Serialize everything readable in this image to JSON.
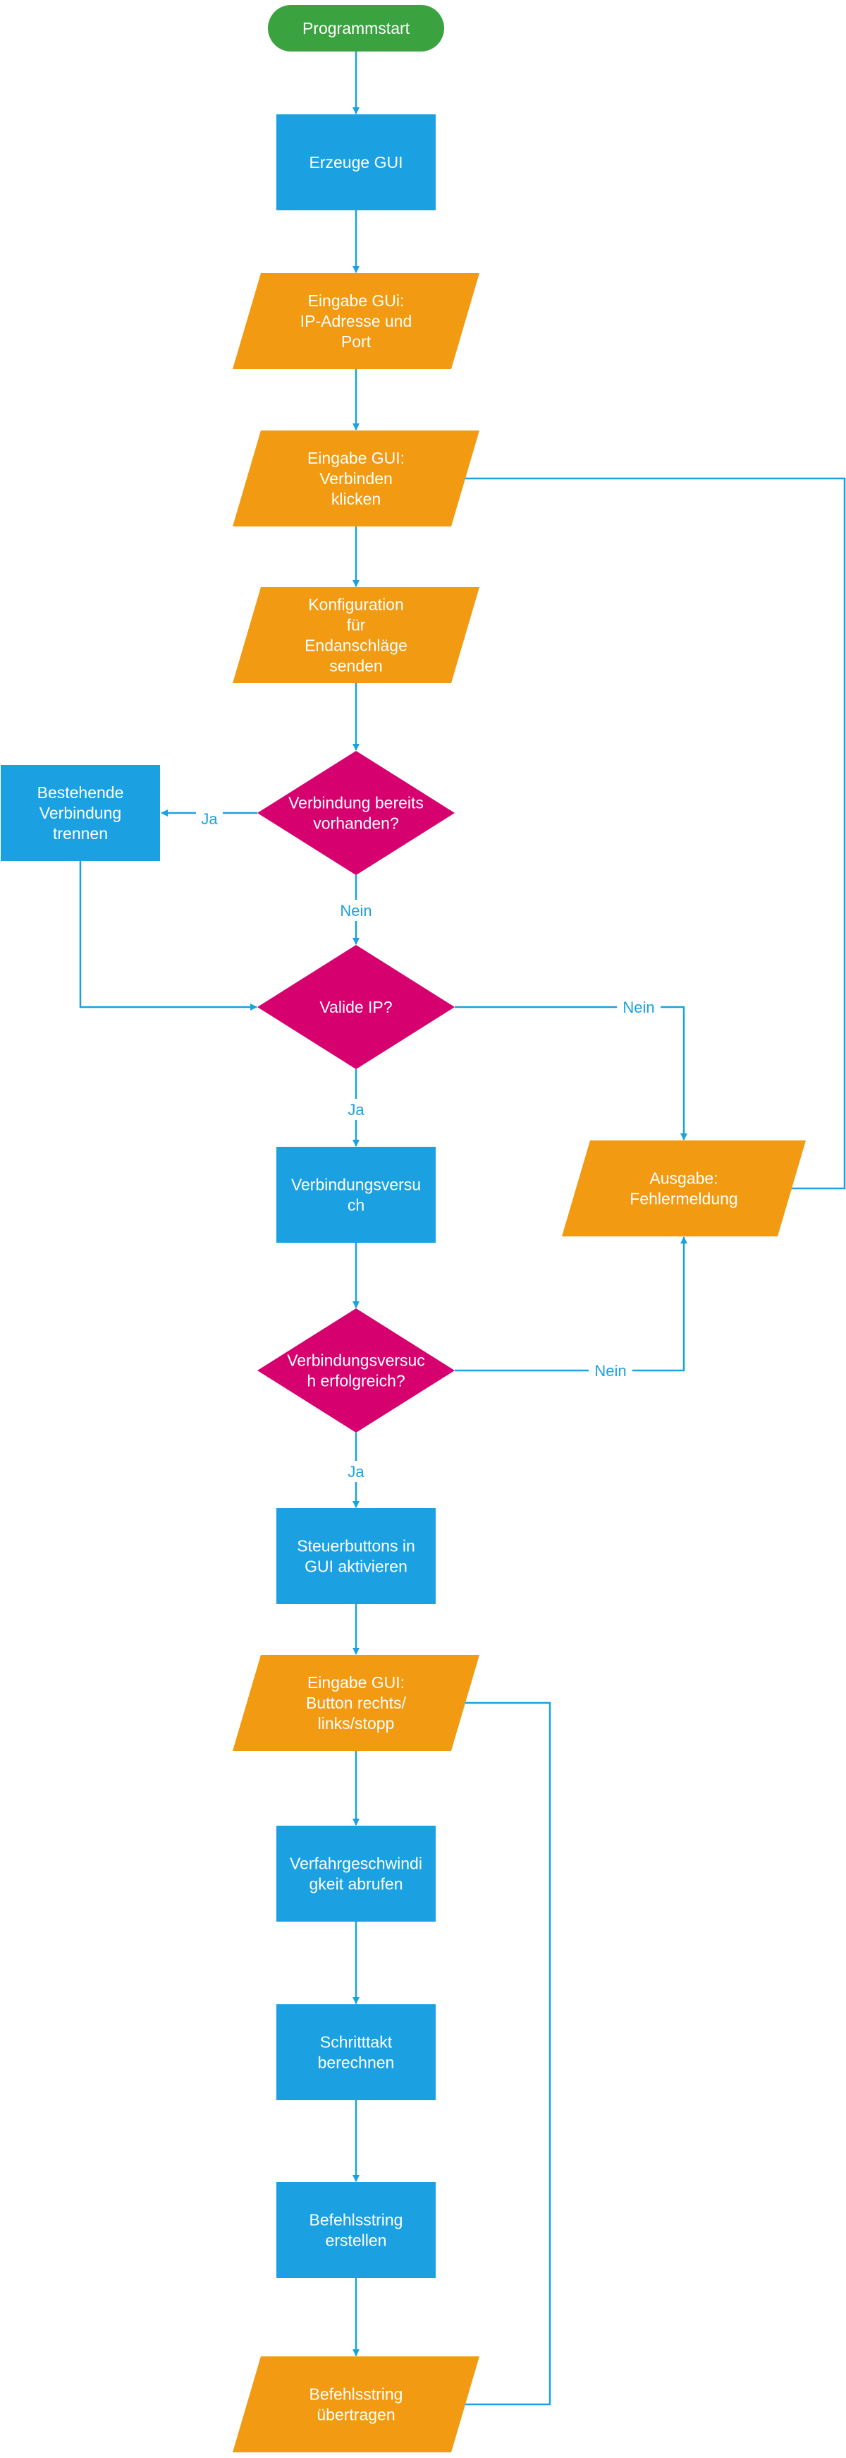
{
  "colors": {
    "start": "#3aa23f",
    "process": "#1ba1e2",
    "io": "#f29a11",
    "decision": "#d6006f",
    "connector": "#1ba1e2",
    "text": "#ffffff",
    "edge_label": "#1ba1e2"
  },
  "nodes": {
    "start": [
      "Programmstart"
    ],
    "gui": [
      "Erzeuge GUI"
    ],
    "input_ip": [
      "Eingabe GUi:",
      "IP-Adresse und",
      "Port"
    ],
    "click_connect": [
      "Eingabe GUI:",
      "Verbinden",
      "klicken"
    ],
    "send_config": [
      "Konfiguration",
      "für",
      "Endanschläge",
      "senden"
    ],
    "connection_exists": [
      "Verbindung bereits",
      "vorhanden?"
    ],
    "disconnect": [
      "Bestehende",
      "Verbindung",
      "trennen"
    ],
    "valid_ip": [
      "Valide IP?"
    ],
    "attempt": [
      "Verbindungsversu",
      "ch"
    ],
    "error_output": [
      "Ausgabe:",
      "Fehlermeldung"
    ],
    "attempt_success": [
      "Verbindungsversuc",
      "h erfolgreich?"
    ],
    "enable_buttons": [
      "Steuerbuttons in",
      "GUI aktivieren"
    ],
    "input_buttons": [
      "Eingabe GUI:",
      "Button rechts/",
      "links/stopp"
    ],
    "get_speed": [
      "Verfahrgeschwindi",
      "gkeit abrufen"
    ],
    "step_rate": [
      "Schritttakt",
      "berechnen"
    ],
    "cmd_create": [
      "Befehlsstring",
      "erstellen"
    ],
    "cmd_send": [
      "Befehlsstring",
      "übertragen"
    ]
  },
  "edge_labels": {
    "exists_yes": "Ja",
    "exists_no": "Nein",
    "valid_no": "Nein",
    "valid_yes": "Ja",
    "success_no": "Nein",
    "success_yes": "Ja"
  }
}
